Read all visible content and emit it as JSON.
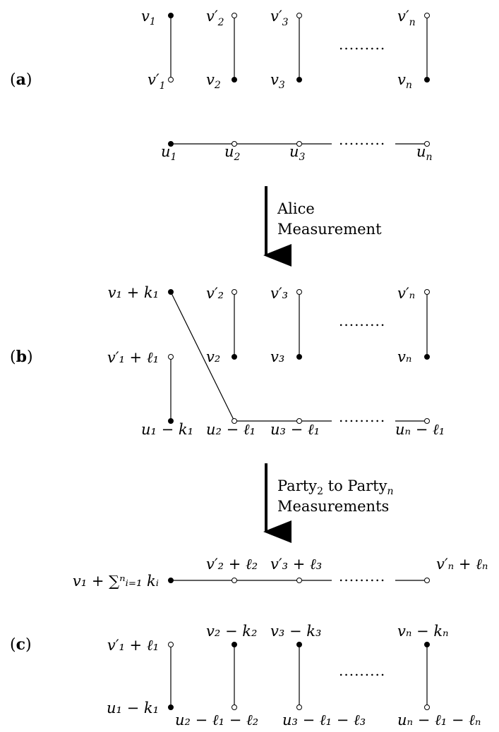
{
  "panels": {
    "a": "a",
    "b": "b",
    "c": "c"
  },
  "steps": {
    "alice": [
      "Alice",
      "Measurement"
    ],
    "parties": [
      "Party",
      "2",
      " to Party",
      "n",
      "Measurements"
    ]
  },
  "ellipsis": ".........",
  "labels": {
    "a": {
      "v1": "v",
      "v1_sub": "1",
      "v1p": "v′",
      "v1p_sub": "1",
      "v2p": "v′",
      "v2p_sub": "2",
      "v2": "v",
      "v2_sub": "2",
      "v3p": "v′",
      "v3p_sub": "3",
      "v3": "v",
      "v3_sub": "3",
      "vnp": "v′",
      "vnp_sub": "n",
      "vn": "v",
      "vn_sub": "n",
      "u1": "u",
      "u1_sub": "1",
      "u2": "u",
      "u2_sub": "2",
      "u3": "u",
      "u3_sub": "3",
      "un": "u",
      "un_sub": "n"
    },
    "b": {
      "v1k1": "v₁ + k₁",
      "v1pl1": "v′₁ + ℓ₁",
      "u1k1": "u₁ − k₁",
      "u2l1": "u₂ − ℓ₁",
      "u3l1": "u₃ − ℓ₁",
      "unl1": "uₙ − ℓ₁",
      "v2p": "v′₂",
      "v2": "v₂",
      "v3p": "v′₃",
      "v3": "v₃",
      "vnp": "v′ₙ",
      "vn": "vₙ"
    },
    "c": {
      "v1sum": "v₁ + ∑ⁿᵢ₌₁ kᵢ",
      "v2pl2": "v′₂ + ℓ₂",
      "v3pl3": "v′₃ + ℓ₃",
      "vnpln": "v′ₙ + ℓₙ",
      "v1pl1": "v′₁ + ℓ₁",
      "v2k2": "v₂ − k₂",
      "v3k3": "v₃ − k₃",
      "vnkn": "vₙ − kₙ",
      "u1k1": "u₁ − k₁",
      "u2l1l2": "u₂ − ℓ₁ − ℓ₂",
      "u3l1l3": "u₃ − ℓ₁ − ℓ₃",
      "unl1ln": "uₙ − ℓ₁ − ℓₙ"
    }
  }
}
